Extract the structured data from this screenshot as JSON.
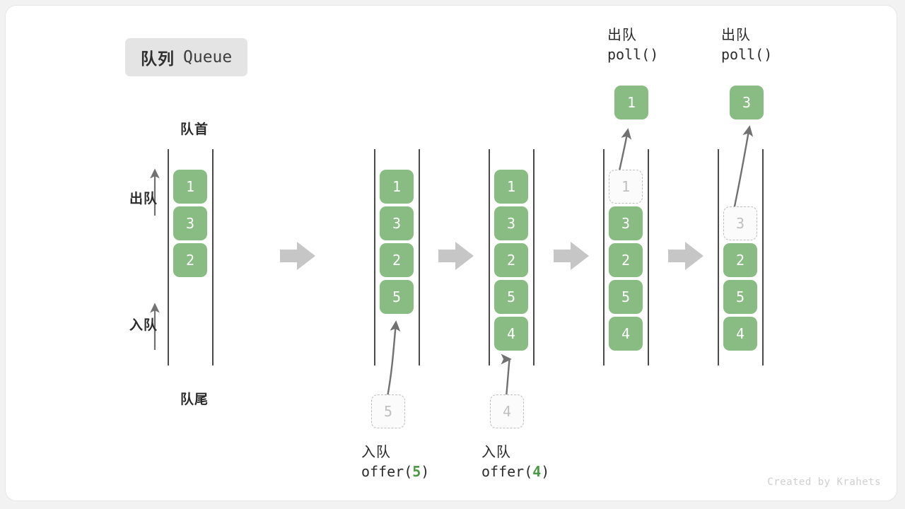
{
  "title": {
    "cn": "队列",
    "en": "Queue"
  },
  "labels": {
    "head": "队首",
    "tail": "队尾",
    "dequeue_side": "出队",
    "enqueue_side": "入队"
  },
  "colors": {
    "element": "#88bc82",
    "element_text": "#ffffff",
    "ghost_border": "#bdbdbd",
    "ghost_text": "#bfbfbf",
    "rail": "#4a4a4a",
    "arrow": "#717171",
    "step_arrow": "#c6c6c6",
    "badge_bg": "#e4e4e4",
    "accent_code": "#4a9a43",
    "canvas": "#ffffff",
    "page": "#f2f2f2"
  },
  "steps": [
    {
      "name": "initial-queue",
      "slots": [
        {
          "value": "1",
          "state": "filled"
        },
        {
          "value": "3",
          "state": "filled"
        },
        {
          "value": "2",
          "state": "filled"
        }
      ]
    },
    {
      "name": "after-offer-5",
      "slots": [
        {
          "value": "1",
          "state": "filled"
        },
        {
          "value": "3",
          "state": "filled"
        },
        {
          "value": "2",
          "state": "filled"
        },
        {
          "value": "5",
          "state": "filled"
        }
      ],
      "pending": {
        "value": "5"
      },
      "caption": {
        "cn": "入队",
        "code_prefix": "offer(",
        "arg": "5",
        "code_suffix": ")"
      }
    },
    {
      "name": "after-offer-4",
      "slots": [
        {
          "value": "1",
          "state": "filled"
        },
        {
          "value": "3",
          "state": "filled"
        },
        {
          "value": "2",
          "state": "filled"
        },
        {
          "value": "5",
          "state": "filled"
        },
        {
          "value": "4",
          "state": "filled"
        }
      ],
      "pending": {
        "value": "4"
      },
      "caption": {
        "cn": "入队",
        "code_prefix": "offer(",
        "arg": "4",
        "code_suffix": ")"
      }
    },
    {
      "name": "after-poll-1",
      "slots": [
        {
          "value": "1",
          "state": "ghost"
        },
        {
          "value": "3",
          "state": "filled"
        },
        {
          "value": "2",
          "state": "filled"
        },
        {
          "value": "5",
          "state": "filled"
        },
        {
          "value": "4",
          "state": "filled"
        }
      ],
      "popped": {
        "value": "1"
      },
      "caption": {
        "cn": "出队",
        "code_prefix": "poll(",
        "arg": "",
        "code_suffix": ")"
      }
    },
    {
      "name": "after-poll-3",
      "slots": [
        {
          "value": "",
          "state": "empty"
        },
        {
          "value": "3",
          "state": "ghost"
        },
        {
          "value": "2",
          "state": "filled"
        },
        {
          "value": "5",
          "state": "filled"
        },
        {
          "value": "4",
          "state": "filled"
        }
      ],
      "popped": {
        "value": "3"
      },
      "caption": {
        "cn": "出队",
        "code_prefix": "poll(",
        "arg": "",
        "code_suffix": ")"
      }
    }
  ],
  "watermark": "Created by Krahets"
}
